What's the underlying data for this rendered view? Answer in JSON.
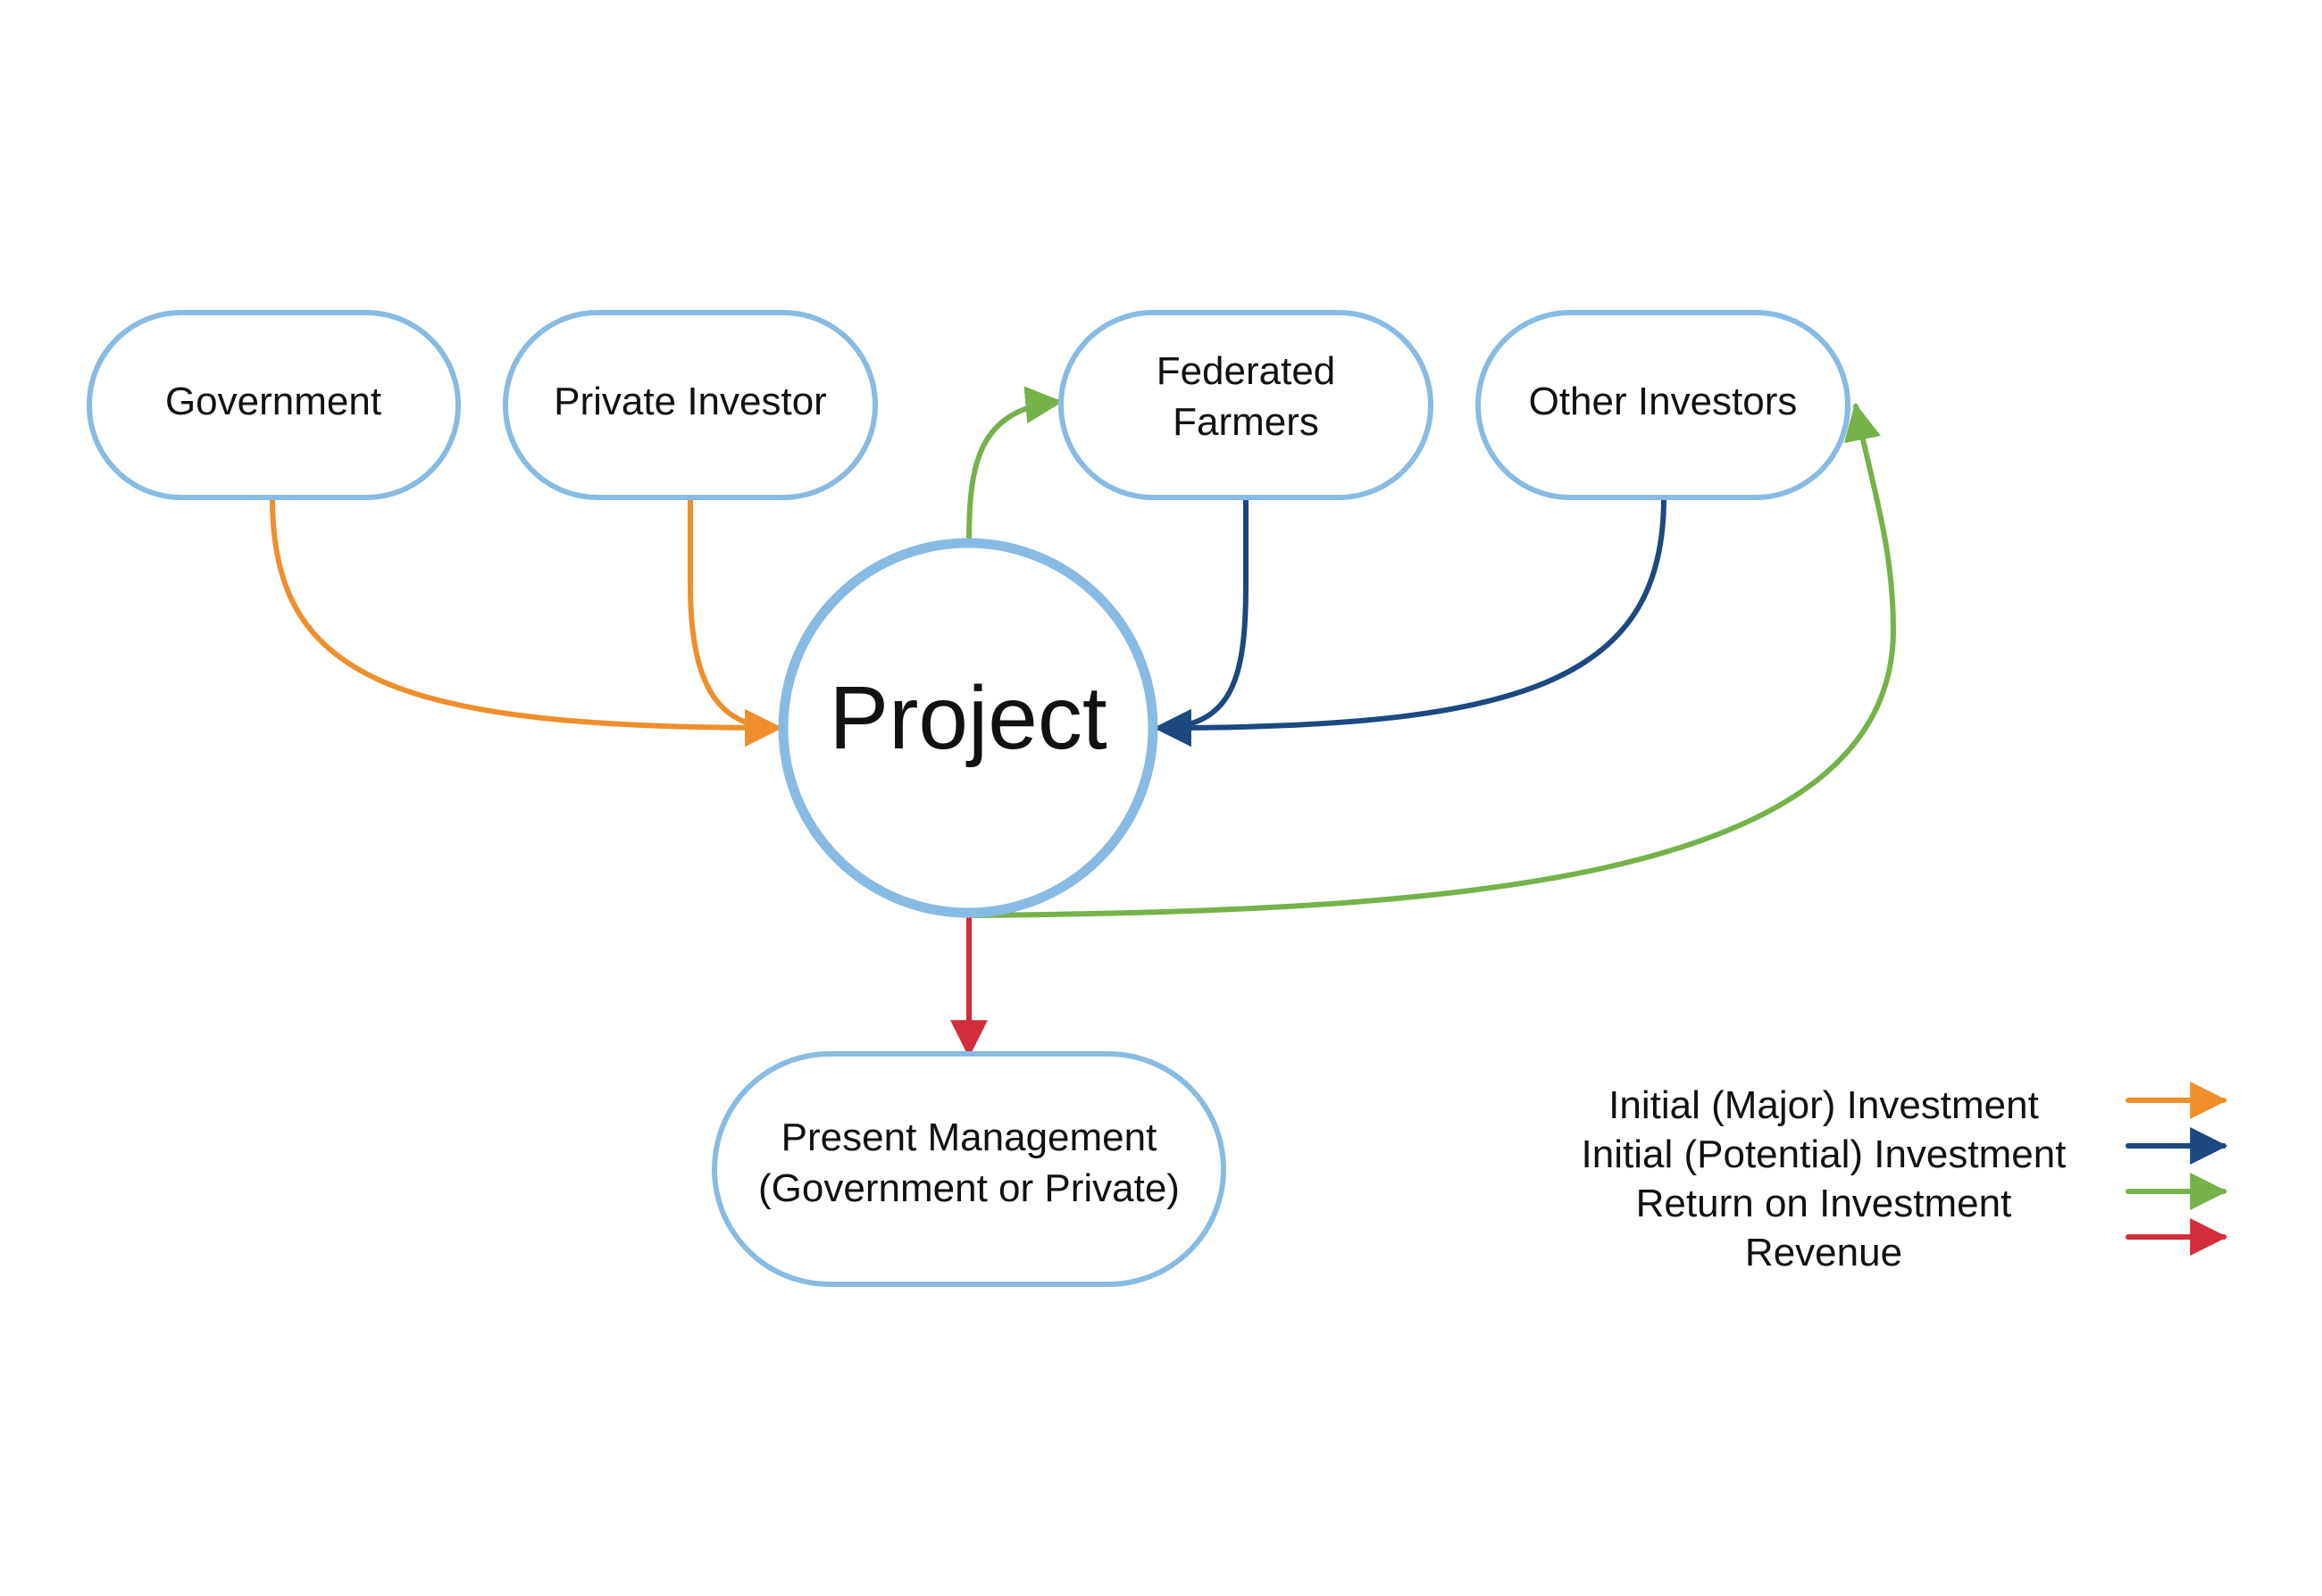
{
  "colors": {
    "node_border": "#88bbe3",
    "major_investment": "#ef8f2c",
    "potential_investment": "#1d4880",
    "return_on_investment": "#76b24a",
    "revenue": "#d12d3b"
  },
  "nodes": {
    "government": "Government",
    "private_investor": "Private Investor",
    "federated_farmers_line1": "Federated",
    "federated_farmers_line2": "Farmers",
    "other_investors": "Other Investors",
    "project": "Project",
    "present_management_line1": "Present Management",
    "present_management_line2": "(Government or Private)"
  },
  "legend": {
    "major_investment": "Initial (Major) Investment",
    "potential_investment": "Initial (Potential) Investment",
    "return_on_investment": "Return on Investment",
    "revenue": "Revenue"
  }
}
